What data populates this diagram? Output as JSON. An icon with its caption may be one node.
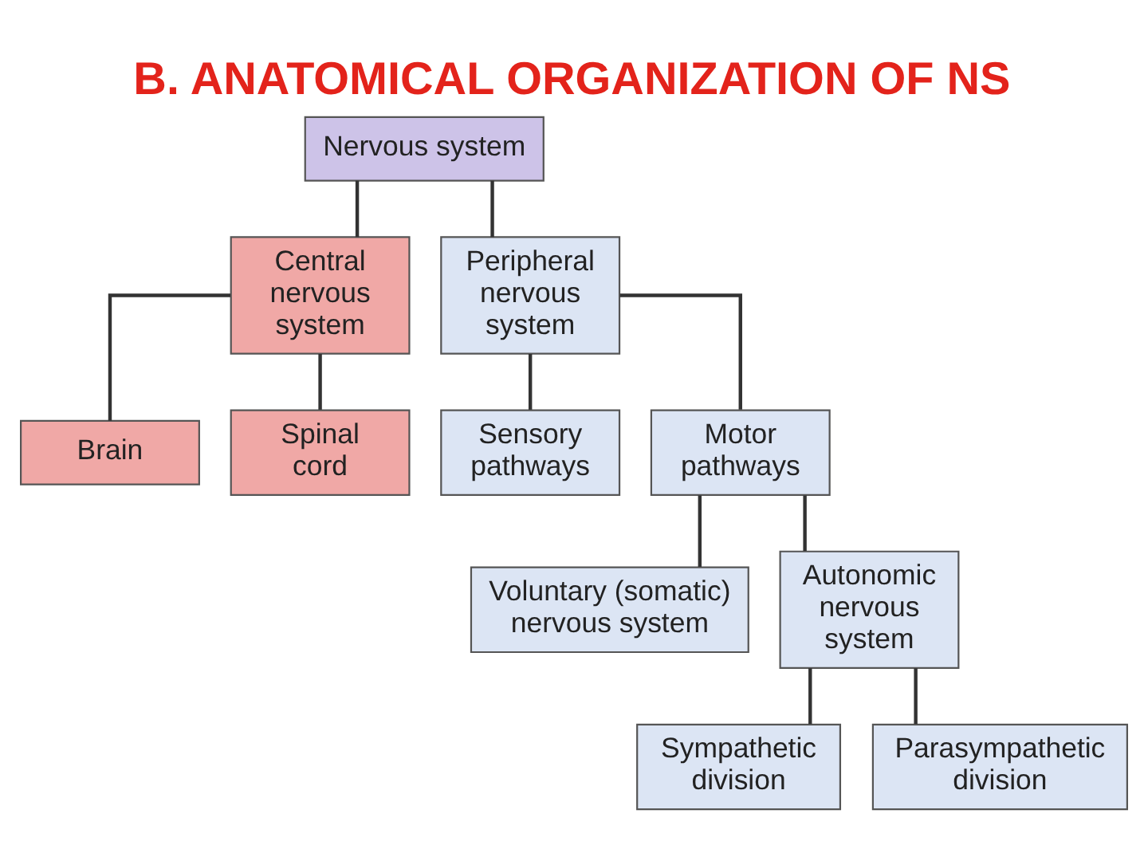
{
  "diagram": {
    "title": "B. ANATOMICAL ORGANIZATION OF NS",
    "nodes": [
      {
        "text": [
          "Nervous system"
        ]
      },
      {
        "text": [
          "Central nervous system"
        ]
      },
      {
        "text": [
          "Peripheral nervous system"
        ]
      },
      {
        "text": [
          "Brain"
        ]
      },
      {
        "text": [
          "Spinal cord"
        ]
      },
      {
        "text": [
          "Sensory pathways"
        ]
      },
      {
        "text": [
          "Motor pathways"
        ]
      },
      {
        "text": [
          "Voluntary (somatic) nervous system"
        ]
      },
      {
        "text": [
          "Autonomic nervous system"
        ]
      },
      {
        "text": [
          "Sympathetic division"
        ]
      },
      {
        "text": [
          "Parasympathetic division"
        ]
      }
    ],
    "edges": [
      {
        "from": 0,
        "to": 1,
        "arrow": "none"
      },
      {
        "from": 0,
        "to": 2,
        "arrow": "none"
      },
      {
        "from": 1,
        "to": 3,
        "arrow": "none"
      },
      {
        "from": 1,
        "to": 4,
        "arrow": "none"
      },
      {
        "from": 2,
        "to": 5,
        "arrow": "none"
      },
      {
        "from": 2,
        "to": 6,
        "arrow": "none"
      },
      {
        "from": 6,
        "to": 7,
        "arrow": "none"
      },
      {
        "from": 6,
        "to": 8,
        "arrow": "none"
      },
      {
        "from": 8,
        "to": 9,
        "arrow": "none"
      },
      {
        "from": 8,
        "to": 10,
        "arrow": "none"
      }
    ]
  }
}
